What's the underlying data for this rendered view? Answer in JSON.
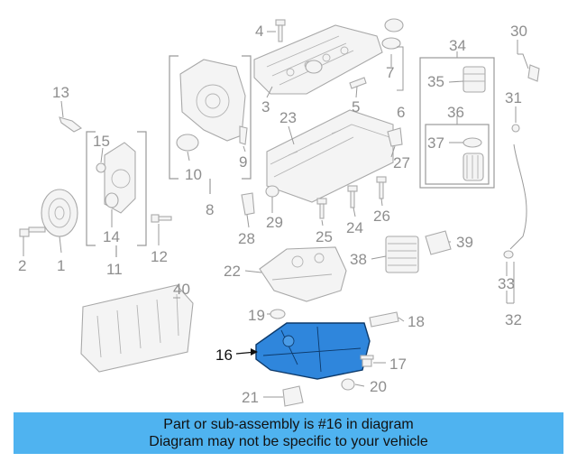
{
  "diagram": {
    "highlighted_part": "16",
    "highlight_color": "#2f86dc",
    "callouts": [
      "1",
      "2",
      "3",
      "4",
      "5",
      "6",
      "7",
      "8",
      "9",
      "10",
      "11",
      "12",
      "13",
      "14",
      "15",
      "16",
      "17",
      "18",
      "19",
      "20",
      "21",
      "22",
      "23",
      "24",
      "25",
      "26",
      "27",
      "28",
      "29",
      "30",
      "31",
      "32",
      "33",
      "34",
      "35",
      "36",
      "37",
      "38",
      "39",
      "40"
    ]
  },
  "banner": {
    "line1": "Part or sub-assembly is #16 in diagram",
    "line2": "Diagram may not be specific to your vehicle",
    "background": "#4fb3f0"
  }
}
